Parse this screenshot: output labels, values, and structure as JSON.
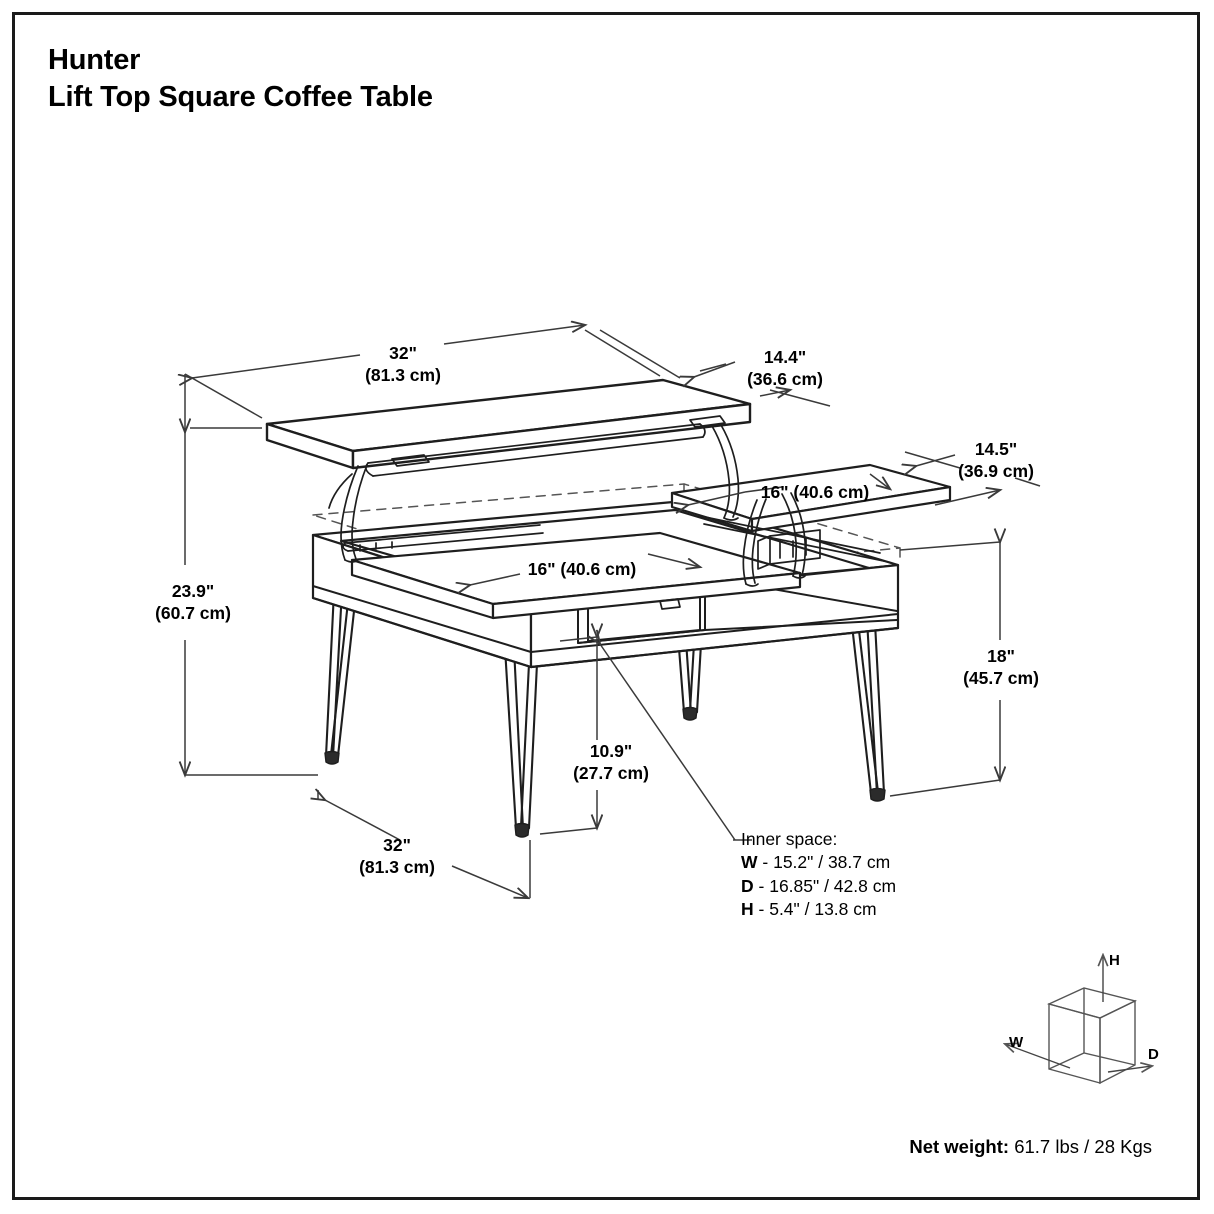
{
  "title": {
    "brand": "Hunter",
    "product": "Lift Top Square Coffee Table"
  },
  "dimensions": {
    "top_width": {
      "imperial": "32\"",
      "metric": "(81.3 cm)"
    },
    "top_depth": {
      "imperial": "14.4\"",
      "metric": "(36.6 cm)"
    },
    "second_panel_depth": {
      "imperial": "14.5\"",
      "metric": "(36.9 cm)"
    },
    "second_panel_width": {
      "combined": "16\" (40.6 cm)"
    },
    "lower_panel_width": {
      "combined": "16\" (40.6 cm)"
    },
    "lifted_height": {
      "imperial": "23.9\"",
      "metric": "(60.7 cm)"
    },
    "table_height": {
      "imperial": "18\"",
      "metric": "(45.7 cm)"
    },
    "leg_clearance": {
      "imperial": "10.9\"",
      "metric": "(27.7 cm)"
    },
    "base_width": {
      "imperial": "32\"",
      "metric": "(81.3 cm)"
    }
  },
  "inner_space": {
    "heading": "Inner space:",
    "rows": [
      {
        "key": "W",
        "value": "- 15.2\" / 38.7 cm"
      },
      {
        "key": "D",
        "value": "- 16.85\" / 42.8 cm"
      },
      {
        "key": "H",
        "value": "- 5.4\" / 13.8 cm"
      }
    ]
  },
  "legend": {
    "width_axis": "W",
    "depth_axis": "D",
    "height_axis": "H"
  },
  "net_weight": {
    "label": "Net weight:",
    "value": "61.7 lbs / 28 Kgs"
  },
  "colors": {
    "ink": "#1a1a1a",
    "line": "#222222",
    "dimension_line": "#4a4a4a",
    "legend_line": "#555555",
    "foot": "#2b2b2b",
    "background": "#ffffff"
  }
}
